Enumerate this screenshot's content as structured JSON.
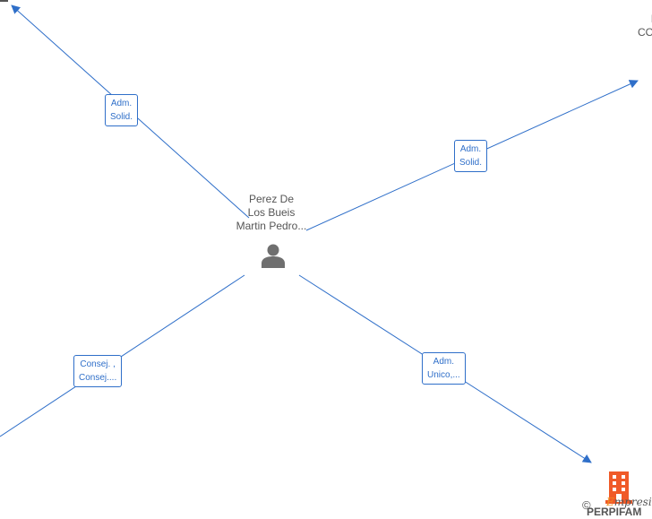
{
  "center_node": {
    "name_lines": [
      "Perez De",
      "Los Bueis",
      "Martin Pedro..."
    ],
    "icon": "person-icon"
  },
  "edges": [
    {
      "id": "top-left",
      "label_lines": [
        "Adm.",
        "Solid."
      ]
    },
    {
      "id": "top-right",
      "label_lines": [
        "Adm.",
        "Solid."
      ]
    },
    {
      "id": "bottom-left",
      "label_lines": [
        "Consej. ,",
        "Consej...."
      ]
    },
    {
      "id": "bottom-right",
      "label_lines": [
        "Adm.",
        "Unico,..."
      ]
    }
  ],
  "partial_nodes": {
    "top_right_text": "CO",
    "bottom_right_text": "PERPIFAM",
    "bottom_right_icon": "building-icon"
  },
  "watermark": {
    "copyright": "©",
    "brand_initial": "E",
    "brand_rest": "mpresia"
  },
  "colors": {
    "edge": "#2f6fc9",
    "node_text": "#555555",
    "building": "#f05a28",
    "brand_accent": "#f08c1e"
  }
}
